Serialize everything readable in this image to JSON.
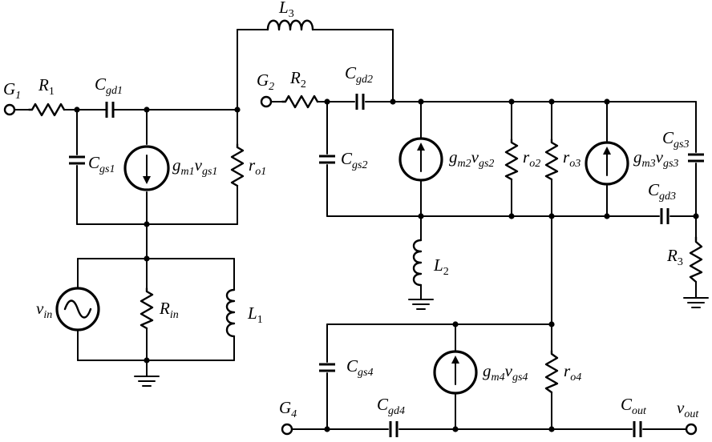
{
  "terminals": {
    "g1": {
      "main": "G",
      "sub": "1"
    },
    "g2": {
      "main": "G",
      "sub": "2"
    },
    "g4": {
      "main": "G",
      "sub": "4"
    },
    "vout": {
      "main": "v",
      "sub": "out"
    }
  },
  "stage1": {
    "r1": {
      "main": "R",
      "sub": "1"
    },
    "cgd1": {
      "main": "C",
      "sub": "gd1"
    },
    "cgs1": {
      "main": "C",
      "sub": "gs1"
    },
    "source": {
      "g": "g",
      "g_sub": "m1",
      "v": "v",
      "v_sub": "gs1"
    },
    "ro1": {
      "main": "r",
      "sub": "o1"
    }
  },
  "input": {
    "vin": {
      "main": "v",
      "sub": "in"
    },
    "rin": {
      "main": "R",
      "sub": "in"
    },
    "l1": {
      "main": "L",
      "sub": "1"
    }
  },
  "feedback": {
    "l3": {
      "main": "L",
      "sub": "3"
    }
  },
  "stage2": {
    "r2": {
      "main": "R",
      "sub": "2"
    },
    "cgd2": {
      "main": "C",
      "sub": "gd2"
    },
    "cgs2": {
      "main": "C",
      "sub": "gs2"
    },
    "source": {
      "g": "g",
      "g_sub": "m2",
      "v": "v",
      "v_sub": "gs2"
    },
    "ro2": {
      "main": "r",
      "sub": "o2"
    },
    "l2": {
      "main": "L",
      "sub": "2"
    }
  },
  "stage3": {
    "ro3": {
      "main": "r",
      "sub": "o3"
    },
    "source": {
      "g": "g",
      "g_sub": "m3",
      "v": "v",
      "v_sub": "gs3"
    },
    "cgs3": {
      "main": "C",
      "sub": "gs3"
    },
    "cgd3": {
      "main": "C",
      "sub": "gd3"
    },
    "r3": {
      "main": "R",
      "sub": "3"
    }
  },
  "stage4": {
    "cgs4": {
      "main": "C",
      "sub": "gs4"
    },
    "source": {
      "g": "g",
      "g_sub": "m4",
      "v": "v",
      "v_sub": "gs4"
    },
    "ro4": {
      "main": "r",
      "sub": "o4"
    },
    "cgd4": {
      "main": "C",
      "sub": "gd4"
    },
    "cout": {
      "main": "C",
      "sub": "out"
    }
  }
}
